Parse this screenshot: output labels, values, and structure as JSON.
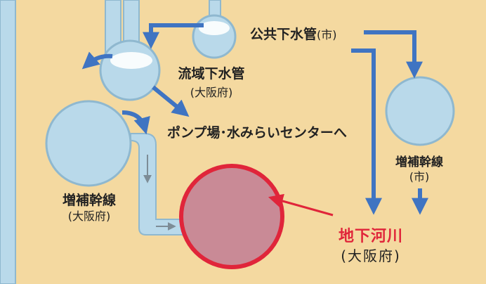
{
  "labels": {
    "public_sewer": "公共下水管",
    "public_sewer_owner": "(市)",
    "regional_sewer": "流域下水管",
    "regional_sewer_owner": "(大阪府)",
    "pump_destination": "ポンプ場･水みらいセンターへ",
    "trunk_osaka": "増補幹線",
    "trunk_osaka_owner": "(大阪府)",
    "trunk_city": "増補幹線",
    "trunk_city_owner": "(市)",
    "underground_river": "地下河川",
    "underground_river_owner": "(大阪府)"
  },
  "colors": {
    "background": "#f4d9a0",
    "pipe_fill": "#b9d9ea",
    "pipe_stroke": "#8fb8cf",
    "flow_arrow": "#3f74c2",
    "small_arrow": "#7d8c96",
    "river_fill": "#c98a96",
    "highlight": "#e0253a"
  }
}
